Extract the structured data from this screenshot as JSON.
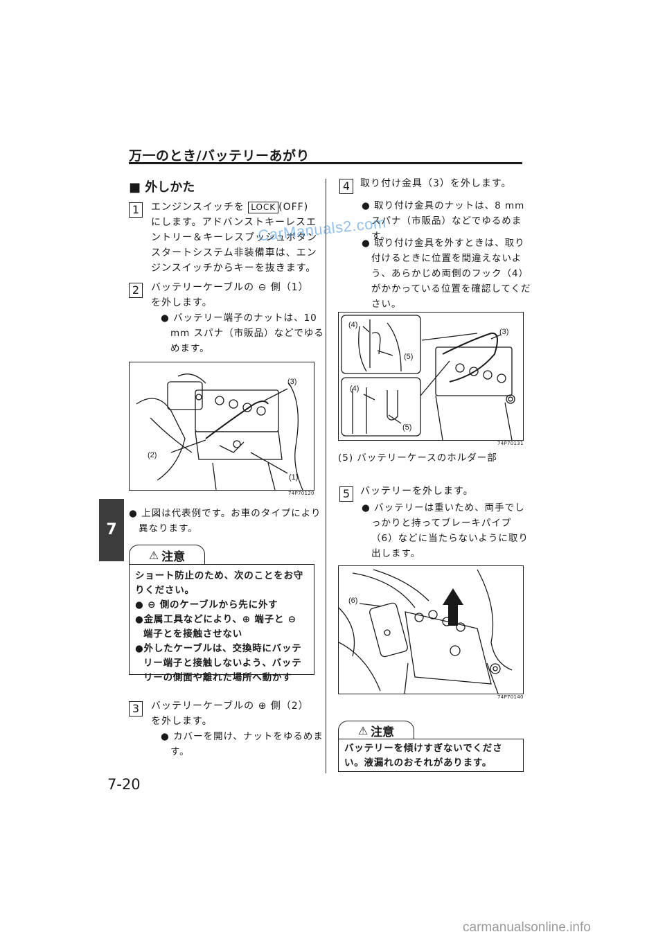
{
  "header": {
    "section_title": "万一のとき/バッテリーあがり"
  },
  "chapter_tab": "7",
  "page_number": "7-20",
  "left": {
    "heading": "■ 外しかた",
    "step1": {
      "num": "1",
      "pre": "エンジンスイッチを",
      "key": "LOCK",
      "post": "(OFF)にします。アドバンストキーレスエントリー＆キーレスプッシュボタンスタートシステム非装備車は、エンジンスイッチからキーを抜きます。"
    },
    "step2": {
      "num": "2",
      "text": "バッテリーケーブルの ⊖ 側（1）を外します。",
      "bullet": "● バッテリー端子のナットは、10 mm スパナ（市販品）などでゆるめます。"
    },
    "figure1": {
      "code": "74P70120",
      "labels": {
        "l3": "(3)",
        "l2": "(2)",
        "l1": "(1)"
      }
    },
    "note": "● 上図は代表例です。お車のタイプにより異なります。",
    "caution1": {
      "title": "注意",
      "lines": [
        "ショート防止のため、次のことをお守りください。",
        "● ⊖ 側のケーブルから先に外す",
        "●金属工具などにより、⊕ 端子と ⊖ 端子とを接触させない",
        "●外したケーブルは、交換時にバッテリー端子と接触しないよう、バッテリーの側面や離れた場所へ動かす"
      ]
    },
    "step3": {
      "num": "3",
      "text": "バッテリーケーブルの ⊕ 側（2）を外します。",
      "bullet": "● カバーを開け、ナットをゆるめます。"
    }
  },
  "right": {
    "step4": {
      "num": "4",
      "text": "取り付け金具（3）を外します。",
      "bullets": [
        "● 取り付け金具のナットは、8 mm スパナ（市販品）などでゆるめます。",
        "● 取り付け金具を外すときは、取り付けるときに位置を間違えないよう、あらかじめ両側のフック（4）がかかっている位置を確認してください。"
      ]
    },
    "figure2": {
      "code": "74P70131",
      "labels": {
        "l4a": "(4)",
        "l5a": "(5)",
        "l3": "(3)",
        "l4b": "(4)",
        "l5b": "(5)"
      },
      "caption": "(5) バッテリーケースのホルダー部"
    },
    "step5": {
      "num": "5",
      "text": "バッテリーを外します。",
      "bullet": "● バッテリーは重いため、両手でしっかりと持ってブレーキパイプ（6）などに当たらないように取り出します。"
    },
    "figure3": {
      "code": "74P70140",
      "labels": {
        "l6": "(6)"
      }
    },
    "caution2": {
      "title": "注意",
      "text": "バッテリーを傾けすぎないでください。液漏れのおそれがあります。"
    }
  },
  "watermark": "CarManuals2.com",
  "footer_watermark": "carmanualsonline.info"
}
